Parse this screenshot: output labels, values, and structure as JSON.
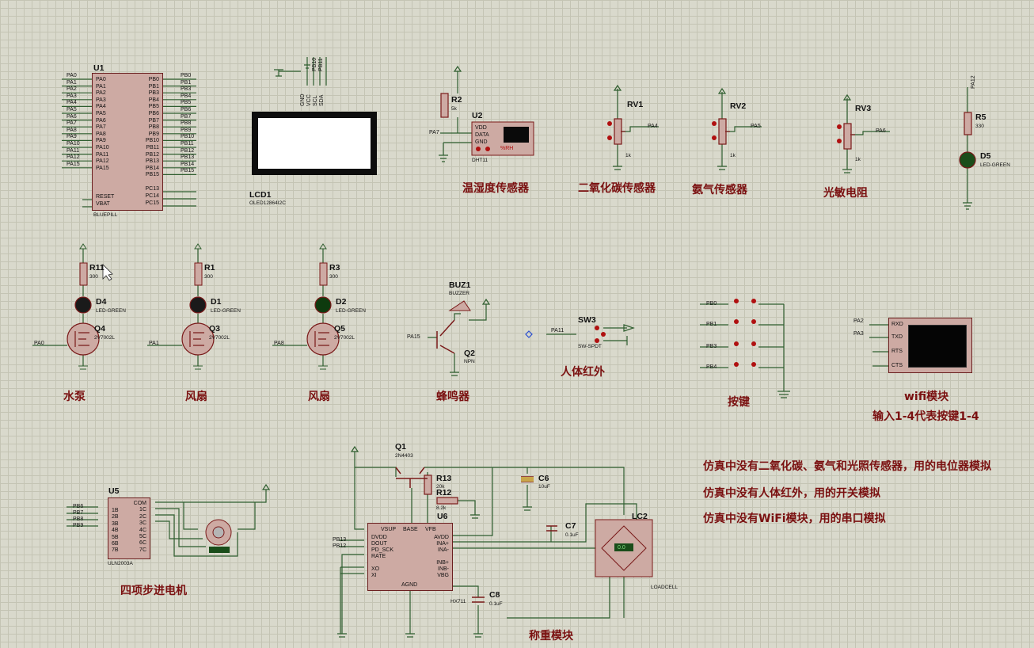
{
  "labels": {
    "temp_humidity": "温湿度传感器",
    "co2": "二氧化碳传感器",
    "ammonia": "氨气传感器",
    "photoresistor": "光敏电阻",
    "pump": "水泵",
    "fan1": "风扇",
    "fan2": "风扇",
    "buzzer": "蜂鸣器",
    "pir": "人体红外",
    "keys": "按键",
    "wifi": "wifi模块",
    "wifi_sub": "输入1-4代表按键1-4",
    "stepper": "四项步进电机",
    "weigh": "称重模块"
  },
  "notes": [
    "仿真中没有二氧化碳、氨气和光照传感器，用的电位器模拟",
    "仿真中没有人体红外，用的开关模拟",
    "仿真中没有WiFi模块，用的串口模拟"
  ],
  "components": {
    "u1": {
      "ref": "U1",
      "name": "BLUEPILL",
      "left_pins": [
        "PA0",
        "PA1",
        "PA2",
        "PA3",
        "PA4",
        "PA5",
        "PA6",
        "PA7",
        "PA8",
        "PA9",
        "PA10",
        "PA11",
        "PA12",
        "PA15"
      ],
      "right_pins": [
        "PB0",
        "PB1",
        "PB3",
        "PB4",
        "PB5",
        "PB6",
        "PB7",
        "PB8",
        "PB9",
        "PB10",
        "PB11",
        "PB12",
        "PB13",
        "PB14",
        "PB15"
      ],
      "ctl_left": [
        "RESET",
        "VBAT"
      ],
      "ctl_right": [
        "PC13",
        "PC14",
        "PC15"
      ]
    },
    "lcd1": {
      "ref": "LCD1",
      "name": "OLED12864I2C",
      "pins": [
        "GND",
        "VCC",
        "SCL",
        "SDA"
      ],
      "nets": [
        "PB10",
        "PB11"
      ]
    },
    "r2": {
      "ref": "R2",
      "value": "5k"
    },
    "u2": {
      "ref": "U2",
      "name": "DHT11",
      "pins": [
        "VDD",
        "DATA",
        "GND"
      ],
      "net": "PA7",
      "display": "%RH"
    },
    "rv1": {
      "ref": "RV1",
      "value": "1k",
      "net": "PA4"
    },
    "rv2": {
      "ref": "RV2",
      "value": "1k",
      "net": "PA5"
    },
    "rv3": {
      "ref": "RV3",
      "value": "1k",
      "net": "PA6"
    },
    "r5": {
      "ref": "R5",
      "value": "330",
      "net": "PA12"
    },
    "d5": {
      "ref": "D5",
      "value": "LED-GREEN"
    },
    "r11": {
      "ref": "R11",
      "value": "300"
    },
    "d4": {
      "ref": "D4",
      "value": "LED-GREEN"
    },
    "q4": {
      "ref": "Q4",
      "value": "2V7002L",
      "net": "PA0"
    },
    "r1": {
      "ref": "R1",
      "value": "300"
    },
    "d1": {
      "ref": "D1",
      "value": "LED-GREEN"
    },
    "q3": {
      "ref": "Q3",
      "value": "2V7002L",
      "net": "PA1"
    },
    "r3": {
      "ref": "R3",
      "value": "300"
    },
    "d2": {
      "ref": "D2",
      "value": "LED-GREEN"
    },
    "q5": {
      "ref": "Q5",
      "value": "2V7002L",
      "net": "PA8"
    },
    "buz1": {
      "ref": "BUZ1",
      "value": "BUZZER"
    },
    "q2": {
      "ref": "Q2",
      "value": "NPN",
      "net": "PA15"
    },
    "sw3": {
      "ref": "SW3",
      "value": "SW-SPDT",
      "net": "PA11"
    },
    "keys": {
      "nets": [
        "PB0",
        "PB1",
        "PB3",
        "PB4"
      ]
    },
    "wifi": {
      "pins": [
        "RXD",
        "TXD",
        "RTS",
        "CTS"
      ],
      "nets": [
        "PA2",
        "PA3"
      ]
    },
    "u5": {
      "ref": "U5",
      "name": "ULN2003A",
      "in_pins": [
        "1B",
        "2B",
        "3B",
        "4B",
        "5B",
        "6B",
        "7B"
      ],
      "out_pins": [
        "COM",
        "1C",
        "2C",
        "3C",
        "4C",
        "5C",
        "6C",
        "7C"
      ],
      "nets": [
        "PB6",
        "PB7",
        "PB8",
        "PB9"
      ]
    },
    "q1": {
      "ref": "Q1",
      "value": "2N4403"
    },
    "r13": {
      "ref": "R13",
      "value": "20k"
    },
    "r12": {
      "ref": "R12",
      "value": "8.2k"
    },
    "c6": {
      "ref": "C6",
      "value": "10uF"
    },
    "c7": {
      "ref": "C7",
      "value": "0.1uF"
    },
    "c8": {
      "ref": "C8",
      "value": "0.1uF"
    },
    "u6": {
      "ref": "U6",
      "name": "HX711",
      "left_pins": [
        "DVDD",
        "DOUT",
        "PD_SCK",
        "RATE",
        "XO",
        "XI"
      ],
      "right_pins": [
        "AVDD",
        "INA+",
        "INA-",
        "INB+",
        "INB-",
        "VBG"
      ],
      "top_pins": [
        "VSUP",
        "BASE",
        "VFB"
      ],
      "bottom_pin": "AGND",
      "nets": [
        "PB13",
        "PB12"
      ]
    },
    "lc2": {
      "ref": "LC2",
      "name": "LOADCELL",
      "display": "0.0"
    }
  }
}
